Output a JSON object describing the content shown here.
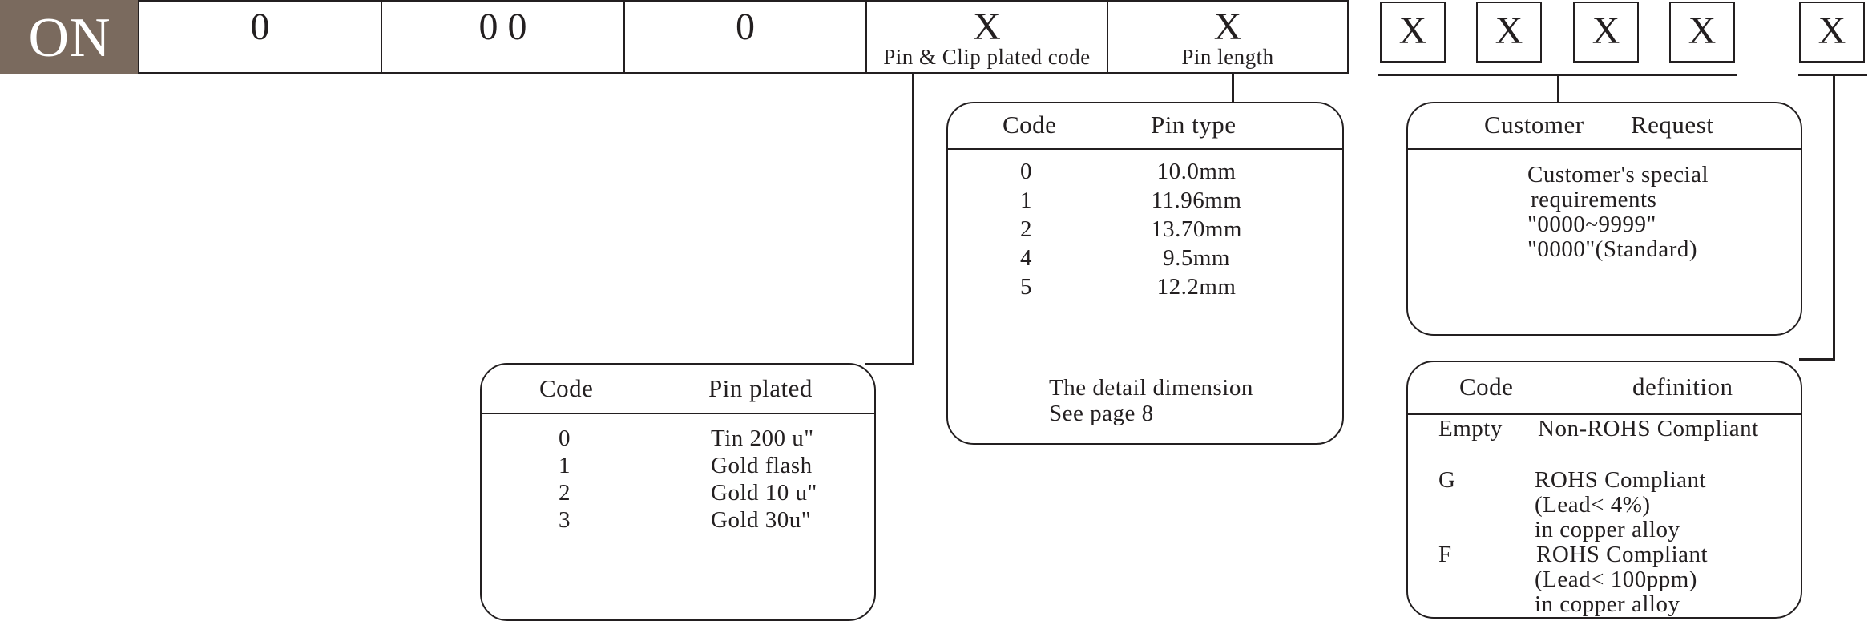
{
  "header": {
    "on": "ON",
    "cells": [
      {
        "value": "0"
      },
      {
        "value": "0 0"
      },
      {
        "value": "0"
      },
      {
        "value": "X",
        "label": "Pin & Clip plated code"
      },
      {
        "value": "X",
        "label": "Pin length"
      }
    ],
    "squares": [
      "X",
      "X",
      "X",
      "X",
      "X"
    ]
  },
  "pin_length_table": {
    "col_code": "Code",
    "col_type": "Pin type",
    "rows": [
      {
        "code": "0",
        "value": "10.0mm"
      },
      {
        "code": "1",
        "value": "11.96mm"
      },
      {
        "code": "2",
        "value": "13.70mm"
      },
      {
        "code": "4",
        "value": "9.5mm"
      },
      {
        "code": "5",
        "value": "12.2mm"
      }
    ],
    "note_line1": "The detail dimension",
    "note_line2": "See page 8"
  },
  "plating_table": {
    "col_code": "Code",
    "col_plated": "Pin plated",
    "rows": [
      {
        "code": "0",
        "value": "Tin 200 u\""
      },
      {
        "code": "1",
        "value": "Gold flash"
      },
      {
        "code": "2",
        "value": "Gold 10 u\""
      },
      {
        "code": "3",
        "value": "Gold 30u\""
      }
    ]
  },
  "customer_table": {
    "col_customer": "Customer",
    "col_request": "Request",
    "lines": [
      "Customer's special",
      "requirements",
      "\"0000~9999\"",
      "\"0000\"(Standard)"
    ]
  },
  "definition_table": {
    "col_code": "Code",
    "col_definition": "definition",
    "rows": [
      {
        "code": "Empty",
        "lines": [
          "Non-ROHS Compliant"
        ]
      },
      {
        "code": "G",
        "lines": [
          "ROHS Compliant",
          "(Lead< 4%)",
          "in copper alloy"
        ]
      },
      {
        "code": "F",
        "lines": [
          "ROHS Compliant",
          "(Lead< 100ppm)",
          "in copper alloy"
        ]
      }
    ]
  }
}
